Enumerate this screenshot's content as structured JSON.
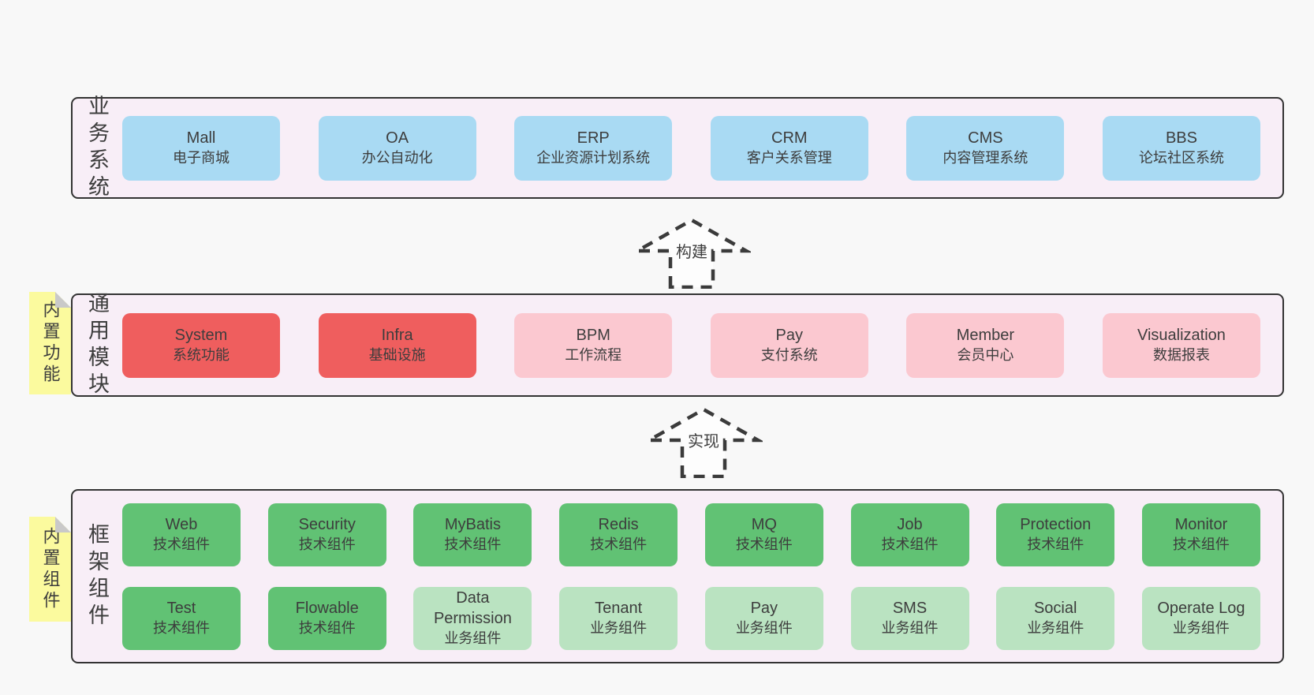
{
  "colors": {
    "page_bg": "#f8f8f8",
    "panel_bg": "#f8eef7",
    "panel_border": "#333333",
    "blue": "#a9daf3",
    "red": "#ef5e5e",
    "pink": "#fbc8d0",
    "green": "#61c274",
    "light_green": "#bae3c1",
    "yellow_tab": "#fbfa9e",
    "fold_gray": "#c9c9c9",
    "text": "#3d3d3d"
  },
  "arrows": [
    {
      "label": "构建"
    },
    {
      "label": "实现"
    }
  ],
  "sections": [
    {
      "label": "业务系统",
      "rows": [
        [
          {
            "title": "Mall",
            "subtitle": "电子商城",
            "variant": "blue"
          },
          {
            "title": "OA",
            "subtitle": "办公自动化",
            "variant": "blue"
          },
          {
            "title": "ERP",
            "subtitle": "企业资源计划系统",
            "variant": "blue"
          },
          {
            "title": "CRM",
            "subtitle": "客户关系管理",
            "variant": "blue"
          },
          {
            "title": "CMS",
            "subtitle": "内容管理系统",
            "variant": "blue"
          },
          {
            "title": "BBS",
            "subtitle": "论坛社区系统",
            "variant": "blue"
          }
        ]
      ]
    },
    {
      "label": "通用模块",
      "tab": "内置功能",
      "rows": [
        [
          {
            "title": "System",
            "subtitle": "系统功能",
            "variant": "red"
          },
          {
            "title": "Infra",
            "subtitle": "基础设施",
            "variant": "red"
          },
          {
            "title": "BPM",
            "subtitle": "工作流程",
            "variant": "pink"
          },
          {
            "title": "Pay",
            "subtitle": "支付系统",
            "variant": "pink"
          },
          {
            "title": "Member",
            "subtitle": "会员中心",
            "variant": "pink"
          },
          {
            "title": "Visualization",
            "subtitle": "数据报表",
            "variant": "pink"
          }
        ]
      ]
    },
    {
      "label": "框架组件",
      "tab": "内置组件",
      "rows": [
        [
          {
            "title": "Web",
            "subtitle": "技术组件",
            "variant": "green"
          },
          {
            "title": "Security",
            "subtitle": "技术组件",
            "variant": "green"
          },
          {
            "title": "MyBatis",
            "subtitle": "技术组件",
            "variant": "green"
          },
          {
            "title": "Redis",
            "subtitle": "技术组件",
            "variant": "green"
          },
          {
            "title": "MQ",
            "subtitle": "技术组件",
            "variant": "green"
          },
          {
            "title": "Job",
            "subtitle": "技术组件",
            "variant": "green"
          },
          {
            "title": "Protection",
            "subtitle": "技术组件",
            "variant": "green"
          },
          {
            "title": "Monitor",
            "subtitle": "技术组件",
            "variant": "green"
          }
        ],
        [
          {
            "title": "Test",
            "subtitle": "技术组件",
            "variant": "green"
          },
          {
            "title": "Flowable",
            "subtitle": "技术组件",
            "variant": "green"
          },
          {
            "title": "Data Permission",
            "subtitle": "业务组件",
            "variant": "light_green"
          },
          {
            "title": "Tenant",
            "subtitle": "业务组件",
            "variant": "light_green"
          },
          {
            "title": "Pay",
            "subtitle": "业务组件",
            "variant": "light_green"
          },
          {
            "title": "SMS",
            "subtitle": "业务组件",
            "variant": "light_green"
          },
          {
            "title": "Social",
            "subtitle": "业务组件",
            "variant": "light_green"
          },
          {
            "title": "Operate Log",
            "subtitle": "业务组件",
            "variant": "light_green"
          }
        ]
      ]
    }
  ]
}
